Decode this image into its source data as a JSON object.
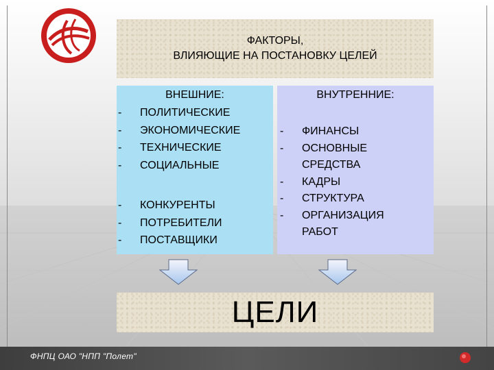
{
  "title": {
    "line1": "ФАКТОРЫ,",
    "line2": "ВЛИЯЮЩИЕ НА ПОСТАНОВКУ ЦЕЛЕЙ"
  },
  "external": {
    "heading": "ВНЕШНИЕ:",
    "group1": [
      "ПОЛИТИЧЕСКИЕ",
      "ЭКОНОМИЧЕСКИЕ",
      "ТЕХНИЧЕСКИЕ",
      "СОЦИАЛЬНЫЕ"
    ],
    "group2": [
      "КОНКУРЕНТЫ",
      "ПОТРЕБИТЕЛИ",
      "ПОСТАВЩИКИ"
    ]
  },
  "internal": {
    "heading": "ВНУТРЕННИЕ:",
    "items": [
      "ФИНАНСЫ",
      "ОСНОВНЫЕ",
      "СРЕДСТВА",
      "КАДРЫ",
      "СТРУКТУРА",
      "ОРГАНИЗАЦИЯ",
      "РАБОТ"
    ],
    "dashed": [
      true,
      true,
      false,
      true,
      true,
      true,
      false
    ]
  },
  "dash": "-",
  "goals": "ЦЕЛИ",
  "footer": "ФНПЦ ОАО \"НПП \"Полет\"",
  "colors": {
    "external_panel": "#aadff4",
    "internal_panel": "#cdd0f7",
    "title_box": "#e9e1d0",
    "logo_red": "#c81e1e"
  },
  "icons": [
    "company-logo-icon",
    "down-arrow-icon",
    "footer-dot-icon"
  ]
}
